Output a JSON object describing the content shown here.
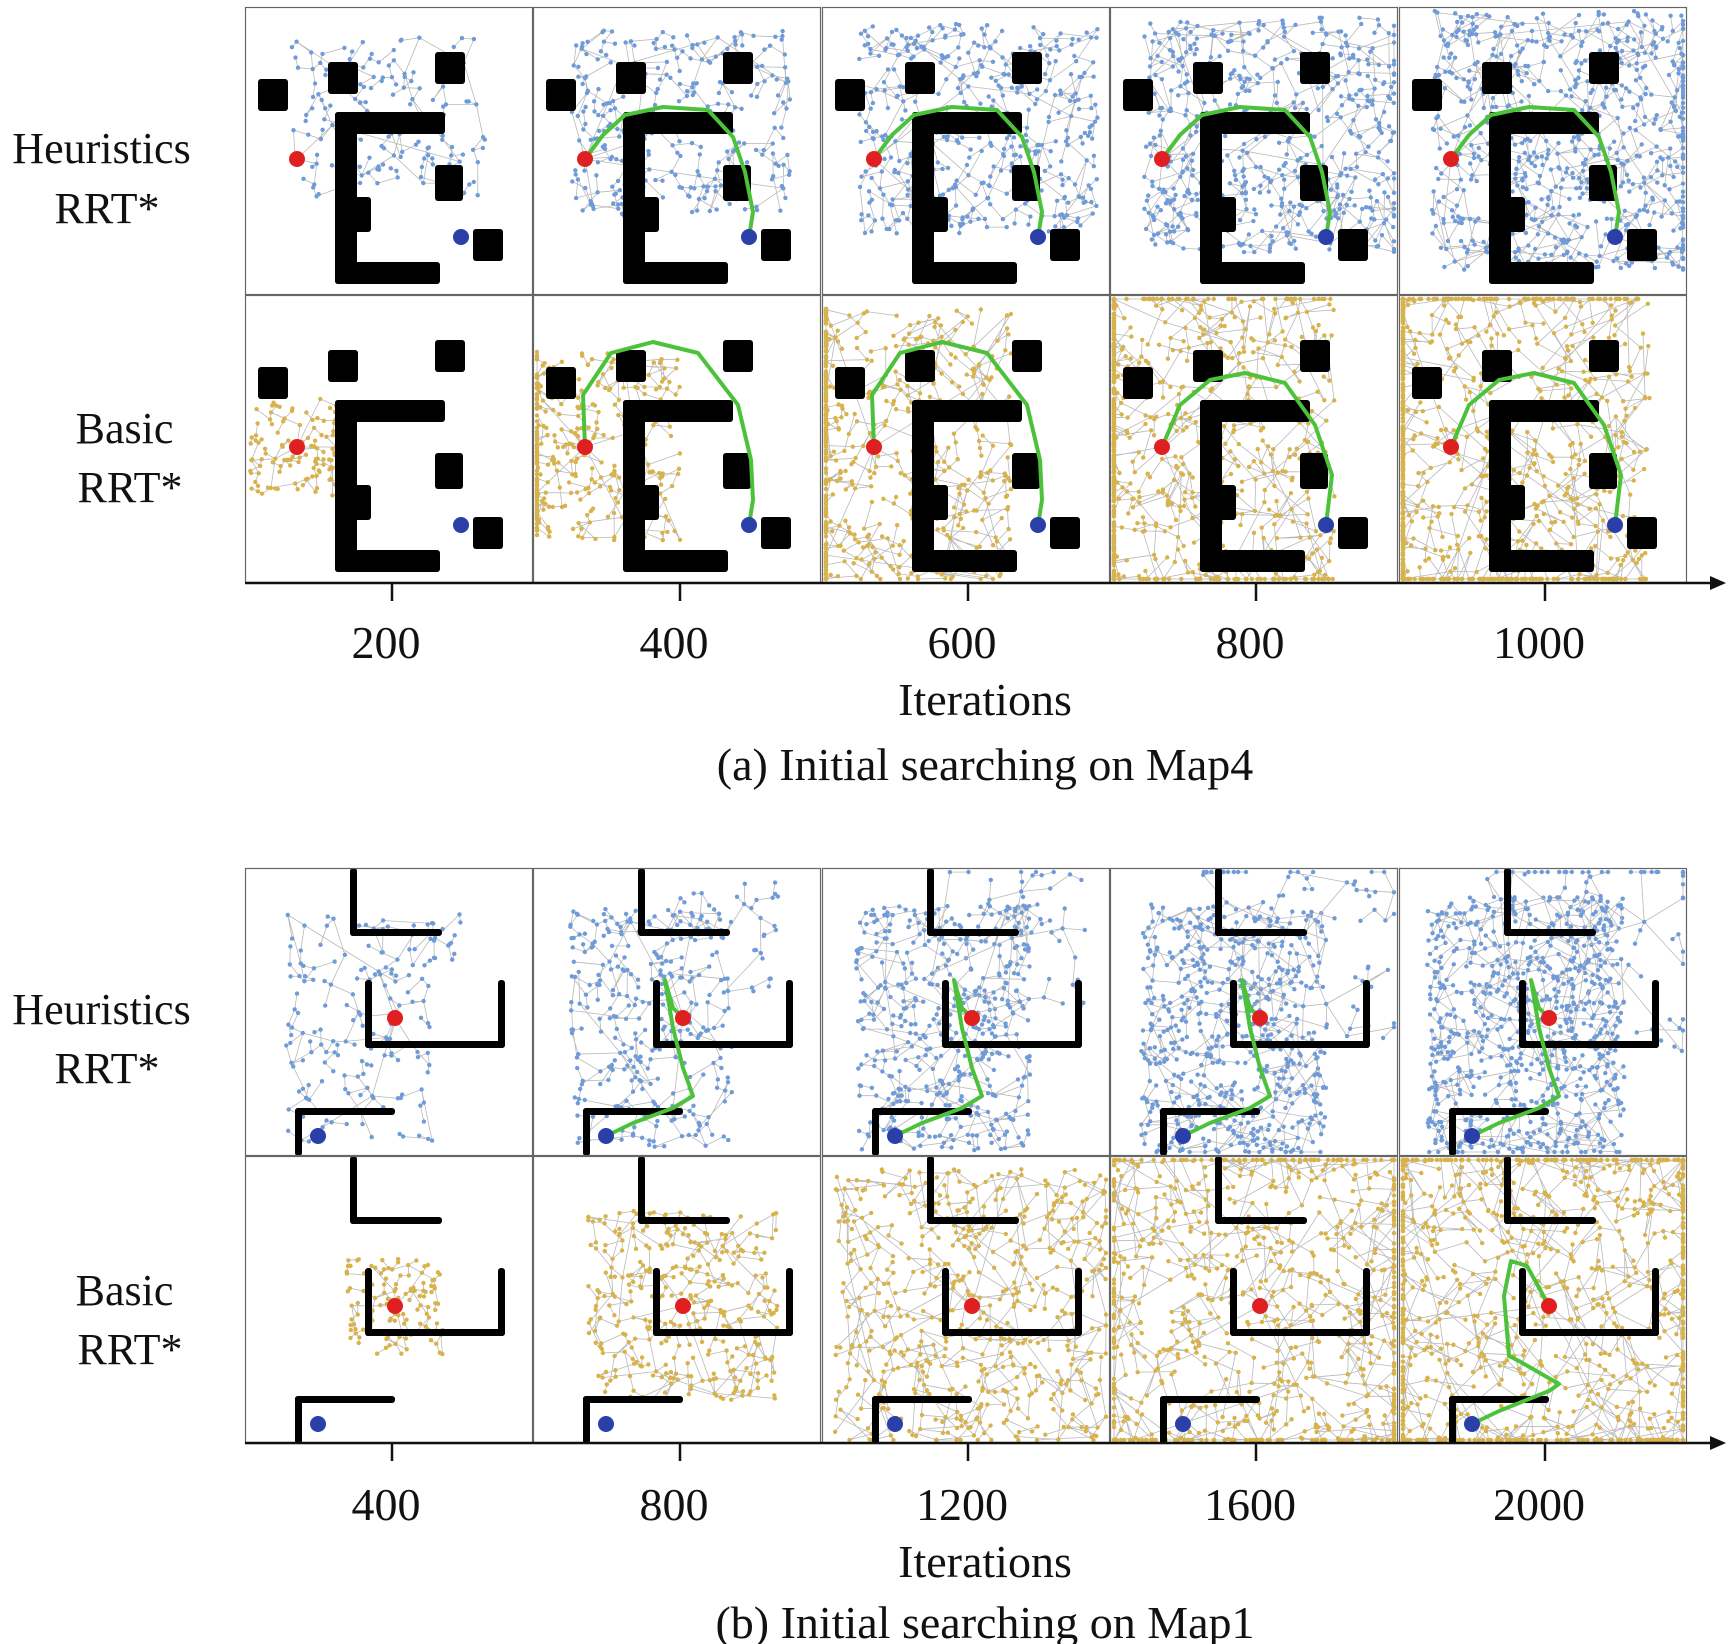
{
  "figures": [
    {
      "caption": "(a) Initial searching on Map4",
      "map": "map4",
      "rows": [
        {
          "label": [
            "Heuristics",
            "RRT*"
          ],
          "tree_color": "#6f9bd8"
        },
        {
          "label": [
            "Basic",
            "RRT*"
          ],
          "tree_color": "#d8b24a"
        }
      ],
      "axis": {
        "label": "Iterations",
        "ticks": [
          "200",
          "400",
          "600",
          "800",
          "1000"
        ]
      },
      "path_found": [
        [
          false,
          true,
          true,
          true,
          true
        ],
        [
          false,
          true,
          true,
          true,
          true
        ]
      ]
    },
    {
      "caption": "(b) Initial searching on Map1",
      "map": "map1",
      "rows": [
        {
          "label": [
            "Heuristics",
            "RRT*"
          ],
          "tree_color": "#6f9bd8"
        },
        {
          "label": [
            "Basic",
            "RRT*"
          ],
          "tree_color": "#d8b24a"
        }
      ],
      "axis": {
        "label": "Iterations",
        "ticks": [
          "400",
          "800",
          "1200",
          "1600",
          "2000"
        ]
      },
      "path_found": [
        [
          false,
          true,
          true,
          true,
          true
        ],
        [
          false,
          false,
          false,
          false,
          true
        ]
      ]
    }
  ],
  "colors": {
    "obstacle": "#000000",
    "start": "#e02020",
    "goal": "#2a3fa8",
    "path": "#4cc23a",
    "edge": "#b9b9b9",
    "frame": "#666666"
  },
  "icons": {
    "start": "red-start-dot",
    "goal": "blue-goal-dot"
  }
}
